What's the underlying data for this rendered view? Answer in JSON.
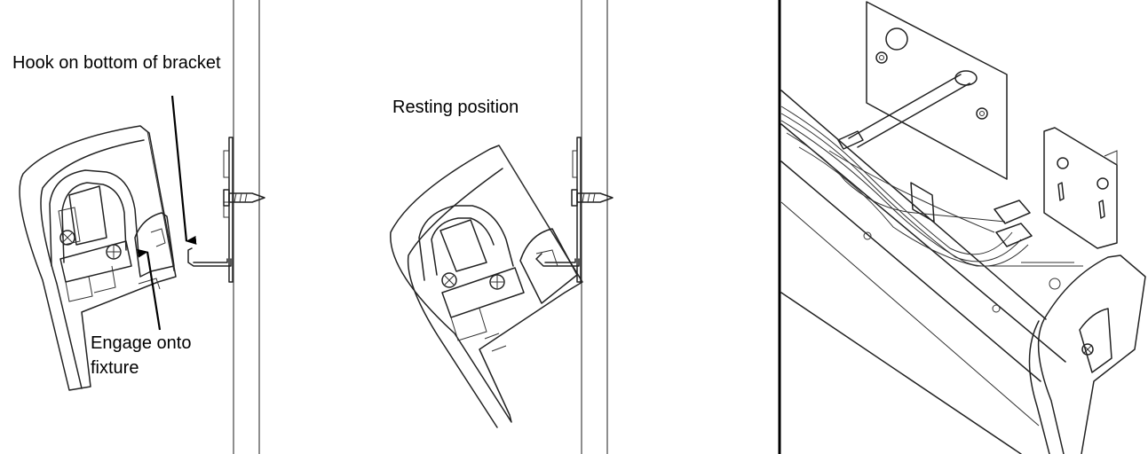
{
  "panels": {
    "left": {
      "label_hook": "Hook on bottom of bracket",
      "label_engage_line1": "Engage onto",
      "label_engage_line2": "fixture"
    },
    "middle": {
      "label_resting": "Resting position"
    },
    "right": {}
  },
  "colors": {
    "line": "#222222",
    "background": "#ffffff",
    "divider": "#000000"
  }
}
